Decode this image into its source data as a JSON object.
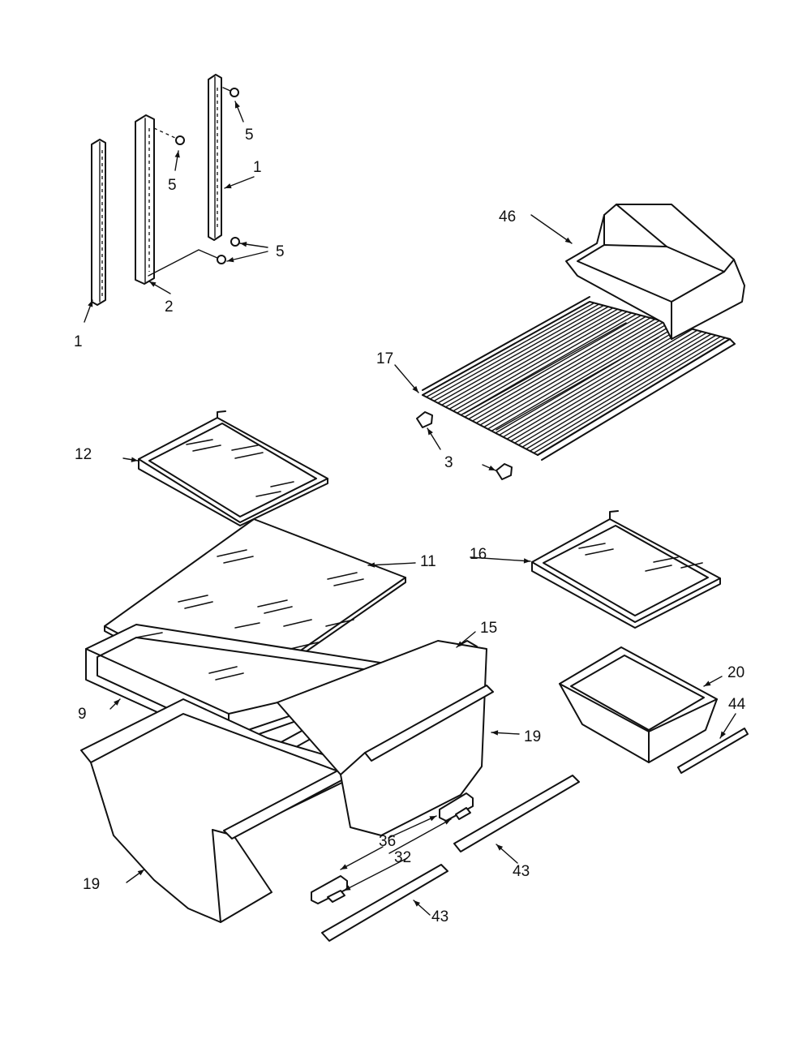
{
  "diagram": {
    "colors": {
      "ink": "#111111",
      "background": "#ffffff"
    },
    "callouts": {
      "c1_left": "1",
      "c1_right": "1",
      "c2": "2",
      "c3": "3",
      "c5_top": "5",
      "c5_mid": "5",
      "c5_bottom": "5",
      "c9": "9",
      "c11": "11",
      "c12": "12",
      "c15": "15",
      "c16": "16",
      "c17": "17",
      "c19_left": "19",
      "c19_right": "19",
      "c20": "20",
      "c32": "32",
      "c36": "36",
      "c43_left": "43",
      "c43_right": "43",
      "c44": "44",
      "c46": "46"
    }
  }
}
